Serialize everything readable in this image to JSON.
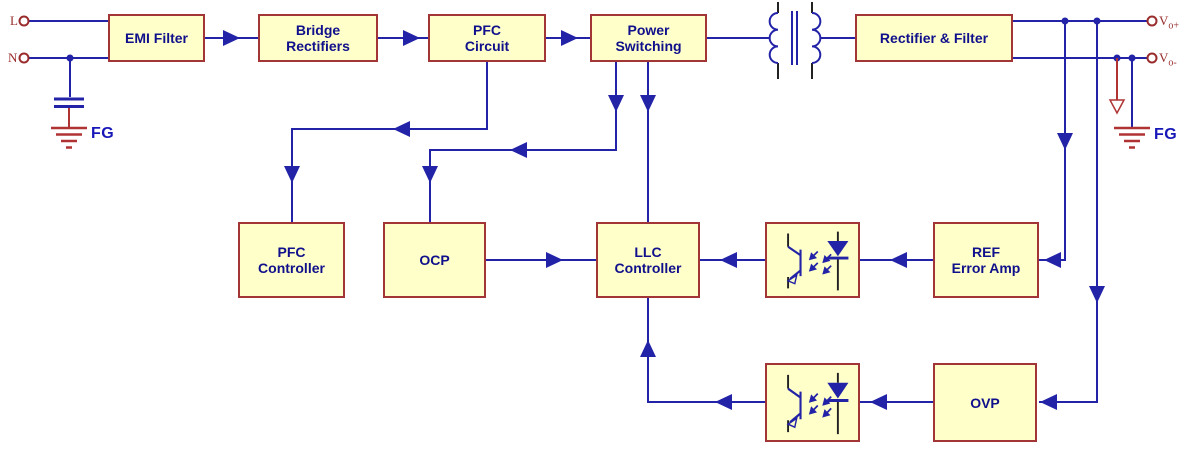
{
  "blocks": {
    "emi_filter": {
      "label": "EMI Filter"
    },
    "bridge_rectifiers": {
      "label": "Bridge\nRectifiers"
    },
    "pfc_circuit": {
      "label": "PFC\nCircuit"
    },
    "power_switching": {
      "label": "Power\nSwitching"
    },
    "rectifier_filter": {
      "label": "Rectifier & Filter"
    },
    "pfc_controller": {
      "label": "PFC\nController"
    },
    "ocp": {
      "label": "OCP"
    },
    "llc_controller": {
      "label": "LLC\nController"
    },
    "ref_error_amp": {
      "label": "REF\nError Amp"
    },
    "ovp": {
      "label": "OVP"
    }
  },
  "terminals": {
    "line": "L",
    "neutral": "N",
    "fg_left": "FG",
    "fg_right": "FG",
    "vo_plus": {
      "main": "V",
      "sub": "o+"
    },
    "vo_minus": {
      "main": "V",
      "sub": "o-"
    }
  },
  "colors": {
    "block_fill": "#FFFFC9",
    "block_border": "#A23535",
    "block_text": "#10108C",
    "wire": "#2323A8",
    "terminal_red": "#992C2C",
    "ground_red": "#B03333",
    "fg_text": "#1717B8"
  }
}
